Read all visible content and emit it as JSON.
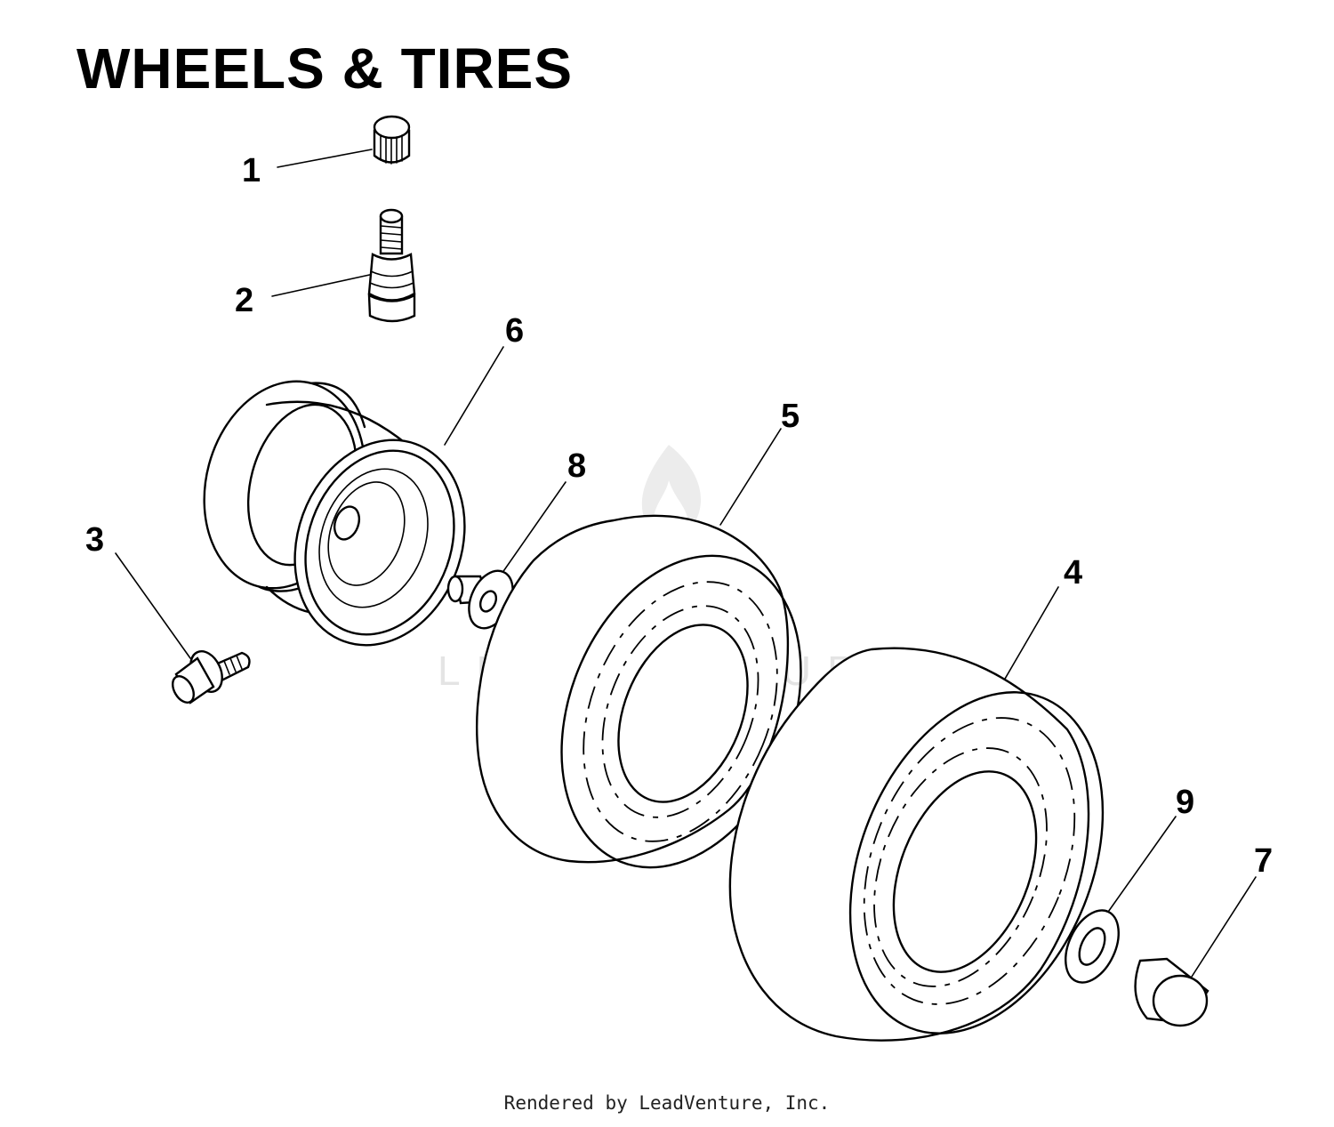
{
  "title": "WHEELS & TIRES",
  "footer": "Rendered by LeadVenture, Inc.",
  "watermark": "LEADVENTURE",
  "callouts": [
    "1",
    "2",
    "3",
    "4",
    "5",
    "6",
    "7",
    "8",
    "9"
  ],
  "colors": {
    "ink": "#000000",
    "background": "#ffffff",
    "watermark": "#e4e4e4"
  }
}
